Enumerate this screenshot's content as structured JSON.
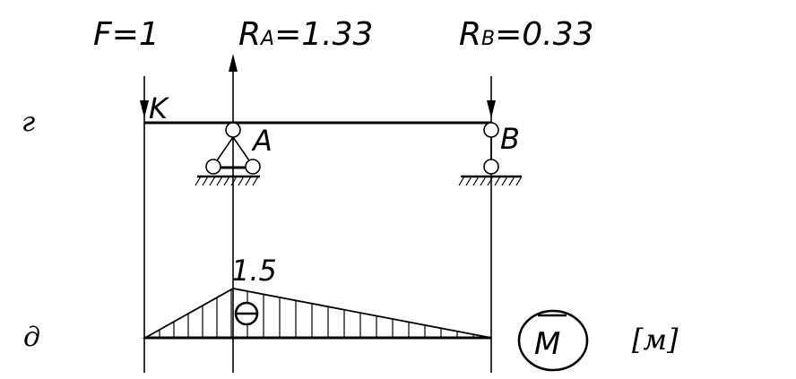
{
  "loads": {
    "force": "F=1",
    "reaction_a_prefix": "R",
    "reaction_a_sub": "A",
    "reaction_a_value": "=1.33",
    "reaction_b_prefix": "R",
    "reaction_b_sub": "B",
    "reaction_b_value": "=0.33"
  },
  "points": {
    "k": "K",
    "a": "A",
    "b": "B"
  },
  "rows": {
    "scheme": "г",
    "diagram": "д"
  },
  "moment_diagram": {
    "peak_value": 1.5,
    "peak_label": "1.5",
    "sign": "⊖",
    "label": "M",
    "units": "[м]"
  },
  "colors": {
    "ink": "#000000",
    "background": "#ffffff"
  }
}
